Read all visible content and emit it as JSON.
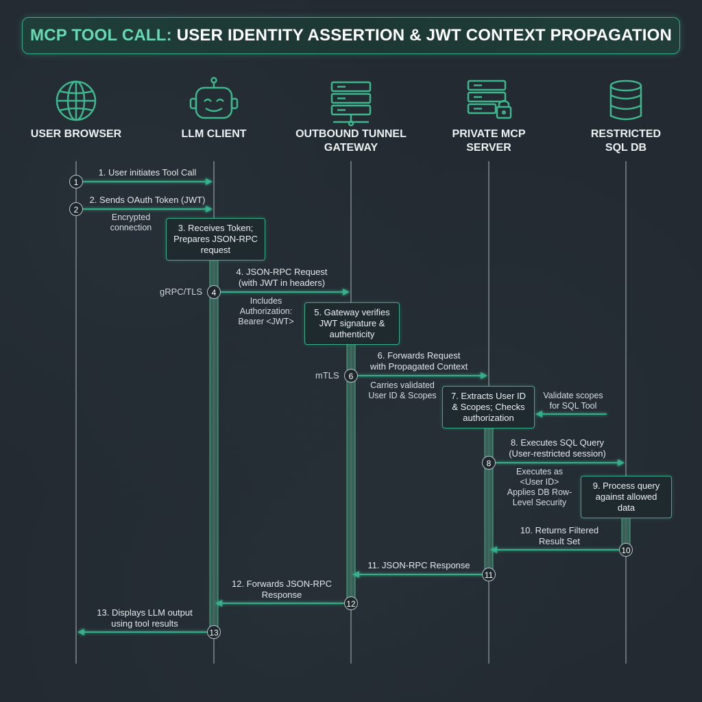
{
  "title": {
    "accent": "MCP TOOL CALL:",
    "rest": "USER IDENTITY ASSERTION & JWT CONTEXT PROPAGATION"
  },
  "colors": {
    "accent": "#36b08a",
    "lifeline": "#8a969c",
    "background": "#232a31"
  },
  "actors": [
    {
      "icon": "globe-icon",
      "lines": [
        "USER BROWSER"
      ]
    },
    {
      "icon": "robot-icon",
      "lines": [
        "LLM CLIENT"
      ]
    },
    {
      "icon": "server-network-icon",
      "lines": [
        "OUTBOUND TUNNEL",
        "GATEWAY"
      ]
    },
    {
      "icon": "server-lock-icon",
      "lines": [
        "PRIVATE MCP",
        "SERVER"
      ]
    },
    {
      "icon": "database-icon",
      "lines": [
        "RESTRICTED",
        "SQL DB"
      ]
    }
  ],
  "messages": [
    {
      "num": "1",
      "lines": [
        "1. User initiates Tool Call"
      ]
    },
    {
      "num": "2",
      "lines": [
        "2. Sends OAuth Token (JWT)"
      ]
    },
    {
      "num": "4",
      "lines": [
        "4. JSON-RPC Request",
        "(with JWT in headers)"
      ]
    },
    {
      "num": "6",
      "lines": [
        "6. Forwards Request",
        "with Propagated Context"
      ]
    },
    {
      "num": "8",
      "lines": [
        "8. Executes SQL Query",
        "(User-restricted session)"
      ]
    },
    {
      "num": "10",
      "lines": [
        "10. Returns Filtered",
        "Result Set"
      ]
    },
    {
      "num": "11",
      "lines": [
        "11. JSON-RPC Response"
      ]
    },
    {
      "num": "12",
      "lines": [
        "12. Forwards JSON-RPC",
        "Response"
      ]
    },
    {
      "num": "13",
      "lines": [
        "13. Displays LLM output",
        "using tool results"
      ]
    }
  ],
  "process_steps": [
    {
      "lines": [
        "3. Receives Token;",
        "Prepares JSON-RPC",
        "request"
      ]
    },
    {
      "lines": [
        "5. Gateway verifies",
        "JWT signature &",
        "authenticity"
      ]
    },
    {
      "lines": [
        "7. Extracts User ID",
        "& Scopes; Checks",
        "authorization"
      ]
    },
    {
      "lines": [
        "9. Process query",
        "against allowed",
        "data"
      ]
    }
  ],
  "notes": [
    {
      "lines": [
        "Encrypted",
        "connection"
      ]
    },
    {
      "lines": [
        "Includes",
        "Authorization:",
        "Bearer <JWT>"
      ]
    },
    {
      "lines": [
        "Carries validated",
        "User ID & Scopes"
      ]
    },
    {
      "lines": [
        "Validate scopes",
        "for SQL Tool"
      ]
    },
    {
      "lines": [
        "Executes as",
        "<User ID>",
        "Applies DB Row-",
        "Level Security"
      ]
    }
  ],
  "protocol_labels": {
    "grpc": "gRPC/TLS",
    "mtls": "mTLS"
  }
}
